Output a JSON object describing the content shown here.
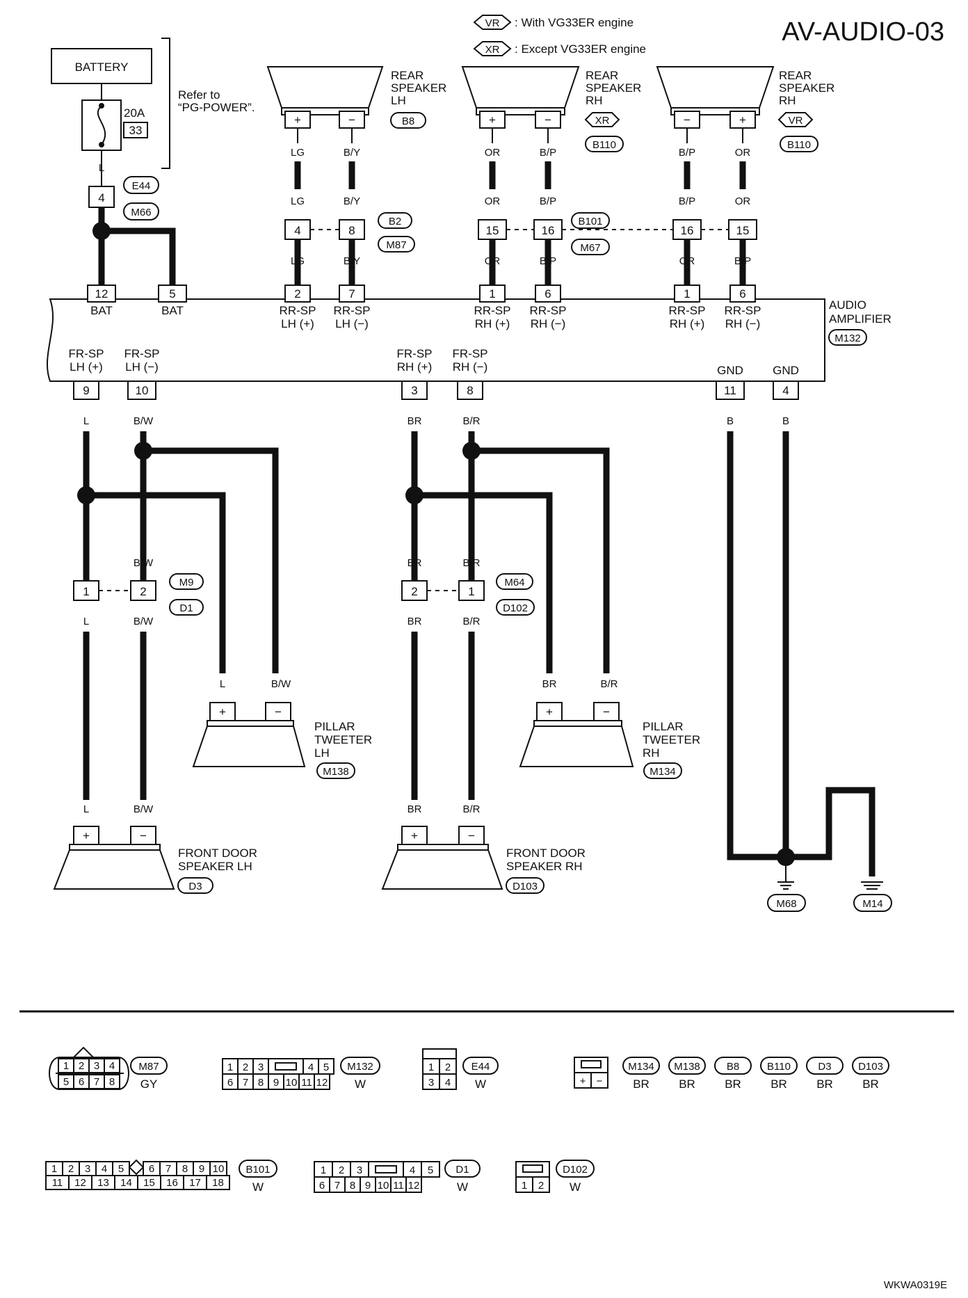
{
  "title": "AV-AUDIO-03",
  "footer_code": "WKWA0319E",
  "legend": [
    {
      "tag": "VR",
      "text": ": With VG33ER engine"
    },
    {
      "tag": "XR",
      "text": ": Except VG33ER engine"
    }
  ],
  "battery": {
    "label": "BATTERY",
    "fuse": "20A",
    "fuse_no": "33",
    "refer": "Refer to",
    "refer2": "“PG-POWER”."
  },
  "amp": {
    "line1": "AUDIO",
    "line2": "AMPLIFIER",
    "conn": "M132"
  },
  "wire_colors": {
    "L": "L",
    "LG": "LG",
    "BY": "B/Y",
    "OR": "OR",
    "BP": "B/P",
    "B": "B",
    "BW": "B/W",
    "BR": "BR",
    "BRd": "B/R"
  },
  "connectors": {
    "E44": "E44",
    "M66": "M66",
    "B8": "B8",
    "B110": "B110",
    "B2": "B2",
    "M87": "M87",
    "B101": "B101",
    "M67": "M67",
    "M9": "M9",
    "D1": "D1",
    "M64": "M64",
    "D102": "D102",
    "M138": "M138",
    "M134": "M134",
    "D3": "D3",
    "D103": "D103",
    "M68": "M68",
    "M14": "M14",
    "VR": "VR",
    "XR": "XR",
    "M132": "M132"
  },
  "terminals": {
    "t1": "1",
    "t2": "2",
    "t3": "3",
    "t4": "4",
    "t5": "5",
    "t6": "6",
    "t7": "7",
    "t8": "8",
    "t9": "9",
    "t10": "10",
    "t11": "11",
    "t12": "12",
    "t15": "15",
    "t16": "16",
    "plus": "+",
    "minus": "−"
  },
  "amp_pins": {
    "bat": "BAT",
    "rr_lh_p1": "RR-SP",
    "rr_lh_p2": "LH (+)",
    "rr_lh_m2": "LH (−)",
    "rr_rh_p2": "RH (+)",
    "rr_rh_m2": "RH (−)",
    "fr_sp": "FR-SP",
    "gnd": "GND"
  },
  "components": {
    "rear_lh": [
      "REAR",
      "SPEAKER",
      "LH"
    ],
    "rear_rh": [
      "REAR",
      "SPEAKER",
      "RH"
    ],
    "tweeter_lh": [
      "PILLAR",
      "TWEETER",
      "LH"
    ],
    "tweeter_rh": [
      "PILLAR",
      "TWEETER",
      "RH"
    ],
    "front_lh": [
      "FRONT DOOR",
      "SPEAKER LH"
    ],
    "front_rh": [
      "FRONT DOOR",
      "SPEAKER RH"
    ]
  },
  "connector_views": {
    "M87": {
      "name": "M87",
      "color": "GY"
    },
    "M132": {
      "name": "M132",
      "color": "W"
    },
    "E44": {
      "name": "E44",
      "color": "W"
    },
    "group": {
      "names": [
        "M134",
        "M138",
        "B8",
        "B110",
        "D3",
        "D103"
      ],
      "colors": [
        "BR",
        "BR",
        "BR",
        "BR",
        "BR",
        "BR"
      ]
    },
    "B101": {
      "name": "B101",
      "color": "W"
    },
    "D1": {
      "name": "D1",
      "color": "W"
    },
    "D102": {
      "name": "D102",
      "color": "W"
    }
  },
  "pin_rows": {
    "m87_top": [
      "1",
      "2",
      "3",
      "4"
    ],
    "m87_bot": [
      "5",
      "6",
      "7",
      "8"
    ],
    "m132_top_a": [
      "1",
      "2",
      "3"
    ],
    "m132_top_b": [
      "4",
      "5"
    ],
    "m132_bot": [
      "6",
      "7",
      "8",
      "9",
      "10",
      "11",
      "12"
    ],
    "e44_top": [
      "1",
      "2"
    ],
    "e44_bot": [
      "3",
      "4"
    ],
    "b101_top_a": [
      "1",
      "2",
      "3",
      "4",
      "5"
    ],
    "b101_top_b": [
      "6",
      "7",
      "8",
      "9",
      "10"
    ],
    "b101_bot": [
      "11",
      "12",
      "13",
      "14",
      "15",
      "16",
      "17",
      "18"
    ],
    "d1_top_a": [
      "1",
      "2",
      "3"
    ],
    "d1_top_b": [
      "4",
      "5"
    ],
    "d1_bot": [
      "6",
      "7",
      "8",
      "9",
      "10",
      "11",
      "12"
    ],
    "d102_bot": [
      "1",
      "2"
    ],
    "group_bot": [
      "+",
      "−"
    ]
  }
}
